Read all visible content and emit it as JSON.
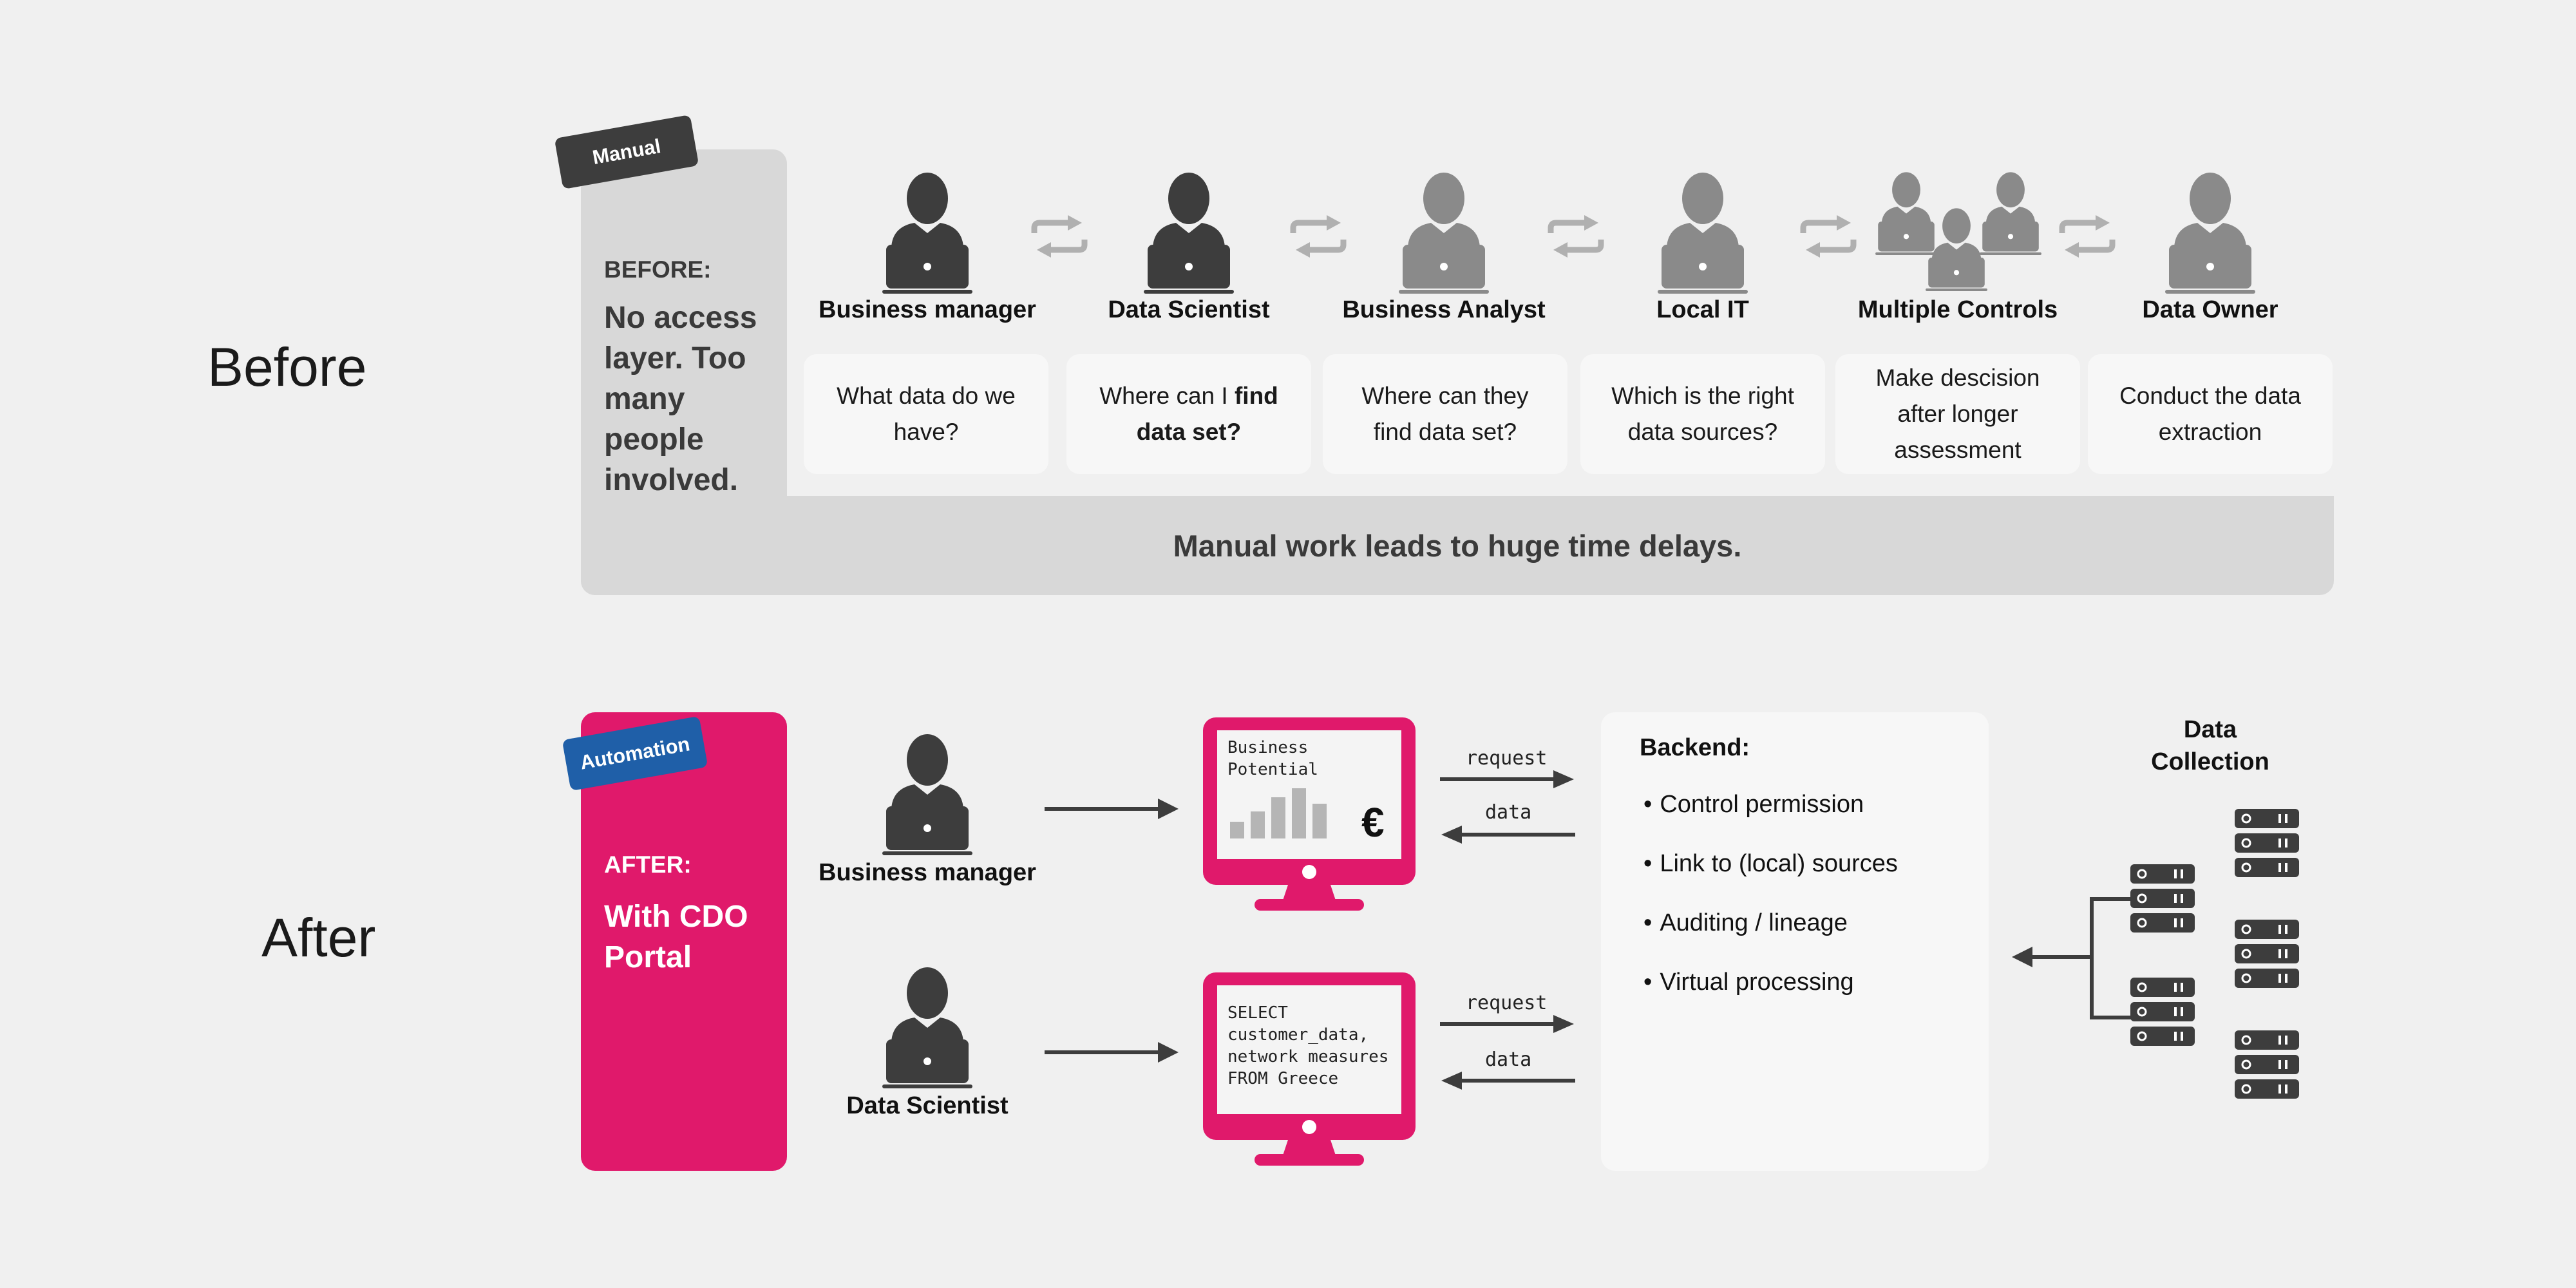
{
  "labels": {
    "before": "Before",
    "after": "After"
  },
  "before": {
    "tag": "Manual",
    "sub": "BEFORE:",
    "headline": "No access layer. Too many people involved.",
    "roles": [
      {
        "name": "Business manager",
        "question": "What data do we have?"
      },
      {
        "name": "Data Scientist",
        "question_pre": "Where can I ",
        "question_bold": "find data set?"
      },
      {
        "name": "Business Analyst",
        "question": "Where can they find data set?"
      },
      {
        "name": "Local IT",
        "question": "Which is the right data sources?"
      },
      {
        "name": "Multiple Controls",
        "question": "Make descision after longer assessment"
      },
      {
        "name": "Data Owner",
        "question": "Conduct the data extraction"
      }
    ],
    "footer": "Manual work leads to huge time delays."
  },
  "after": {
    "tag": "Automation",
    "sub": "AFTER:",
    "headline": "With CDO Portal",
    "users": [
      {
        "name": "Business manager"
      },
      {
        "name": "Data Scientist"
      }
    ],
    "monitor1": {
      "line1": "Business",
      "line2": "Potential",
      "currency": "€"
    },
    "monitor2": {
      "line1": "SELECT",
      "line2": "customer_data,",
      "line3": "network measures",
      "line4": "FROM Greece"
    },
    "arrows": {
      "request": "request",
      "data": "data"
    },
    "backend": {
      "title": "Backend:",
      "items": [
        "Control permission",
        "Link to (local) sources",
        "Auditing / lineage",
        "Virtual processing"
      ]
    },
    "data_collection": {
      "line1": "Data",
      "line2": "Collection"
    }
  },
  "colors": {
    "accent": "#e0196b",
    "automation_tag": "#1f5fa8",
    "dark": "#3d3d3d",
    "mid": "#8a8a8a",
    "panel": "#d8d8d8"
  }
}
